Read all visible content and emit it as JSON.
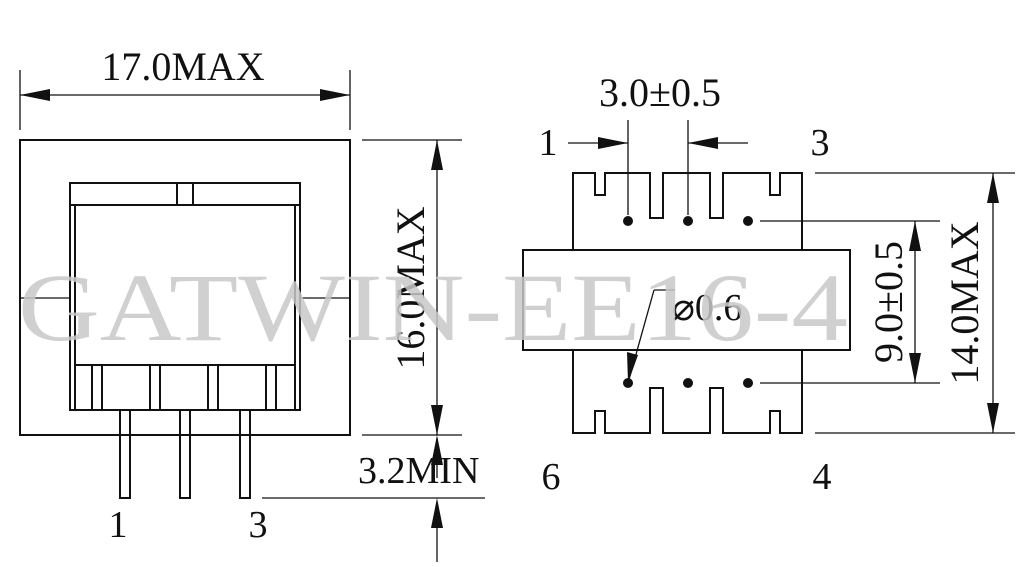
{
  "watermark": "GATWIN-EE16-4",
  "left_view": {
    "width_label": "17.0MAX",
    "height_label": "16.0MAX",
    "pin_length_label": "3.2MIN",
    "pin_label_left": "1",
    "pin_label_right": "3"
  },
  "right_view": {
    "pitch_label": "3.0±0.5",
    "row_spacing_label": "9.0±0.5",
    "height_label": "14.0MAX",
    "pin_diameter_label": "⌀0.6",
    "pin_label_top_left": "1",
    "pin_label_top_right": "3",
    "pin_label_bottom_left": "6",
    "pin_label_bottom_right": "4"
  },
  "colors": {
    "ink": "#111111",
    "watermark": "#c8c8c8",
    "background": "#ffffff"
  }
}
